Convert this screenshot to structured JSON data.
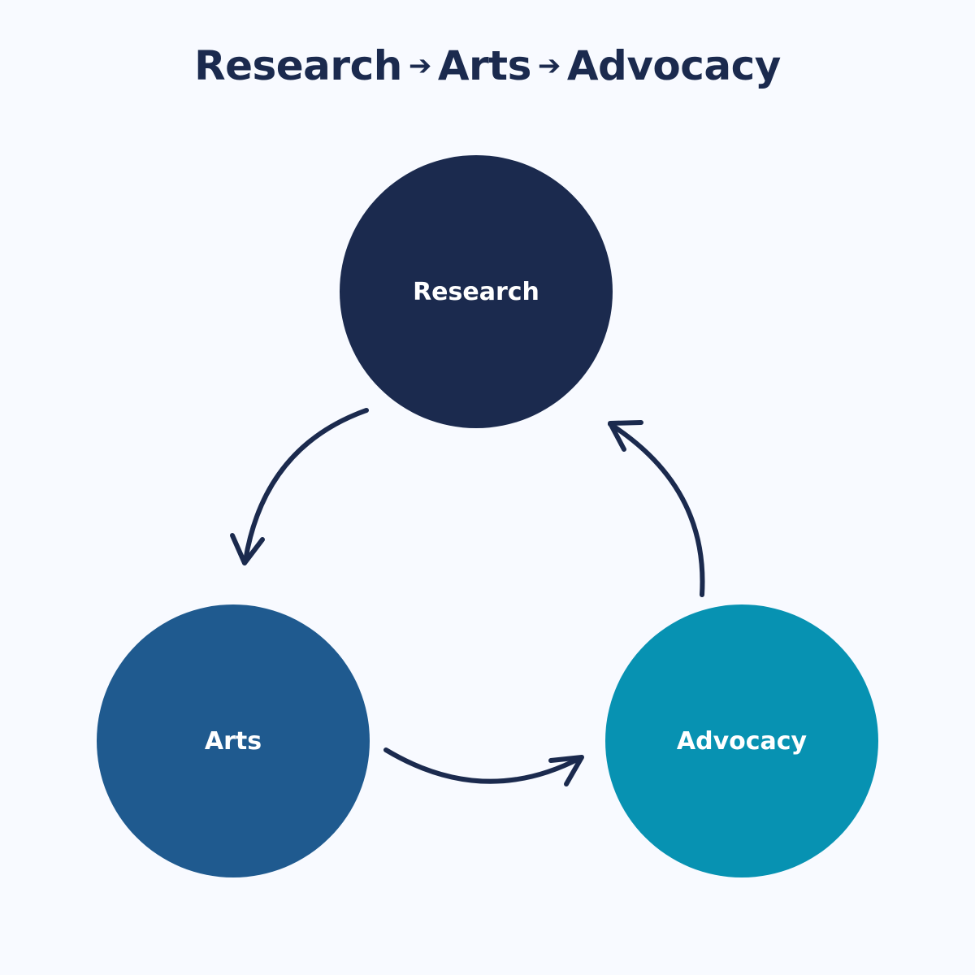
{
  "title": {
    "part1": "Research",
    "sep1": "➔",
    "part2": "Arts",
    "sep2": "➔",
    "part3": "Advocacy"
  },
  "nodes": [
    {
      "label": "Research",
      "color": "#1b2a4e"
    },
    {
      "label": "Arts",
      "color": "#1f5a8f"
    },
    {
      "label": "Advocacy",
      "color": "#0792b2"
    }
  ],
  "arrow_color": "#1b2a4e"
}
